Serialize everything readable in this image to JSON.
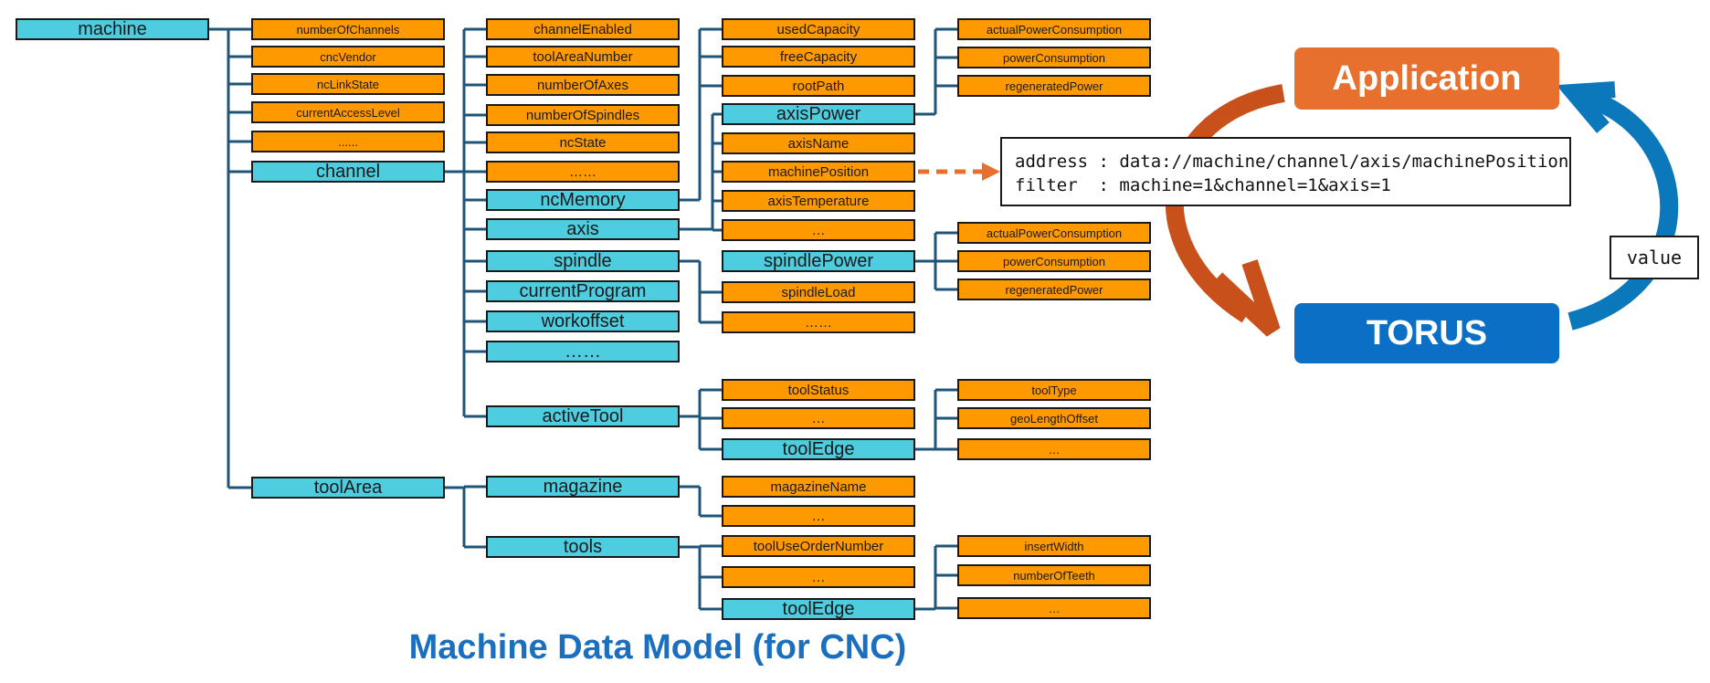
{
  "tree": {
    "machine": "machine",
    "machine_children": [
      "numberOfChannels",
      "cncVendor",
      "ncLinkState",
      "currentAccessLevel",
      "......"
    ],
    "channel": "channel",
    "channel_children": [
      "channelEnabled",
      "toolAreaNumber",
      "numberOfAxes",
      "numberOfSpindles",
      "ncState",
      "……"
    ],
    "ncMemory": "ncMemory",
    "ncMemory_children": [
      "usedCapacity",
      "freeCapacity",
      "rootPath"
    ],
    "axis": "axis",
    "axisPower": "axisPower",
    "axis_children": [
      "axisName",
      "machinePosition",
      "axisTemperature",
      "…"
    ],
    "axisPower_children": [
      "actualPowerConsumption",
      "powerConsumption",
      "regeneratedPower"
    ],
    "spindle": "spindle",
    "spindlePower": "spindlePower",
    "spindle_children": [
      "spindleLoad",
      "……"
    ],
    "spindlePower_children": [
      "actualPowerConsumption",
      "powerConsumption",
      "regeneratedPower"
    ],
    "currentProgram": "currentProgram",
    "workoffset": "workoffset",
    "channel_more": "……",
    "activeTool": "activeTool",
    "activeTool_children": [
      "toolStatus",
      "…"
    ],
    "activeTool_toolEdge": "toolEdge",
    "activeTool_toolEdge_children": [
      "toolType",
      "geoLengthOffset",
      "…"
    ],
    "toolArea": "toolArea",
    "magazine": "magazine",
    "magazine_children": [
      "magazineName",
      "…"
    ],
    "tools": "tools",
    "tools_children": [
      "toolUseOrderNumber",
      "…"
    ],
    "tools_toolEdge": "toolEdge",
    "tools_toolEdge_children": [
      "insertWidth",
      "numberOfTeeth",
      "…"
    ]
  },
  "caption": "Machine Data Model (for CNC)",
  "flow": {
    "application": "Application",
    "torus": "TORUS",
    "address_line": "address : data://machine/channel/axis/machinePosition",
    "filter_line": "filter  : machine=1&channel=1&axis=1",
    "value": "value"
  },
  "colors": {
    "parent_box": "#4ecde0",
    "leaf_box": "#ff9900",
    "connector": "#1f5578",
    "application": "#e8702f",
    "torus": "#0b6fc6",
    "request_arrow": "#c8501a",
    "response_arrow": "#0b78bc",
    "caption": "#1b6fbf"
  }
}
